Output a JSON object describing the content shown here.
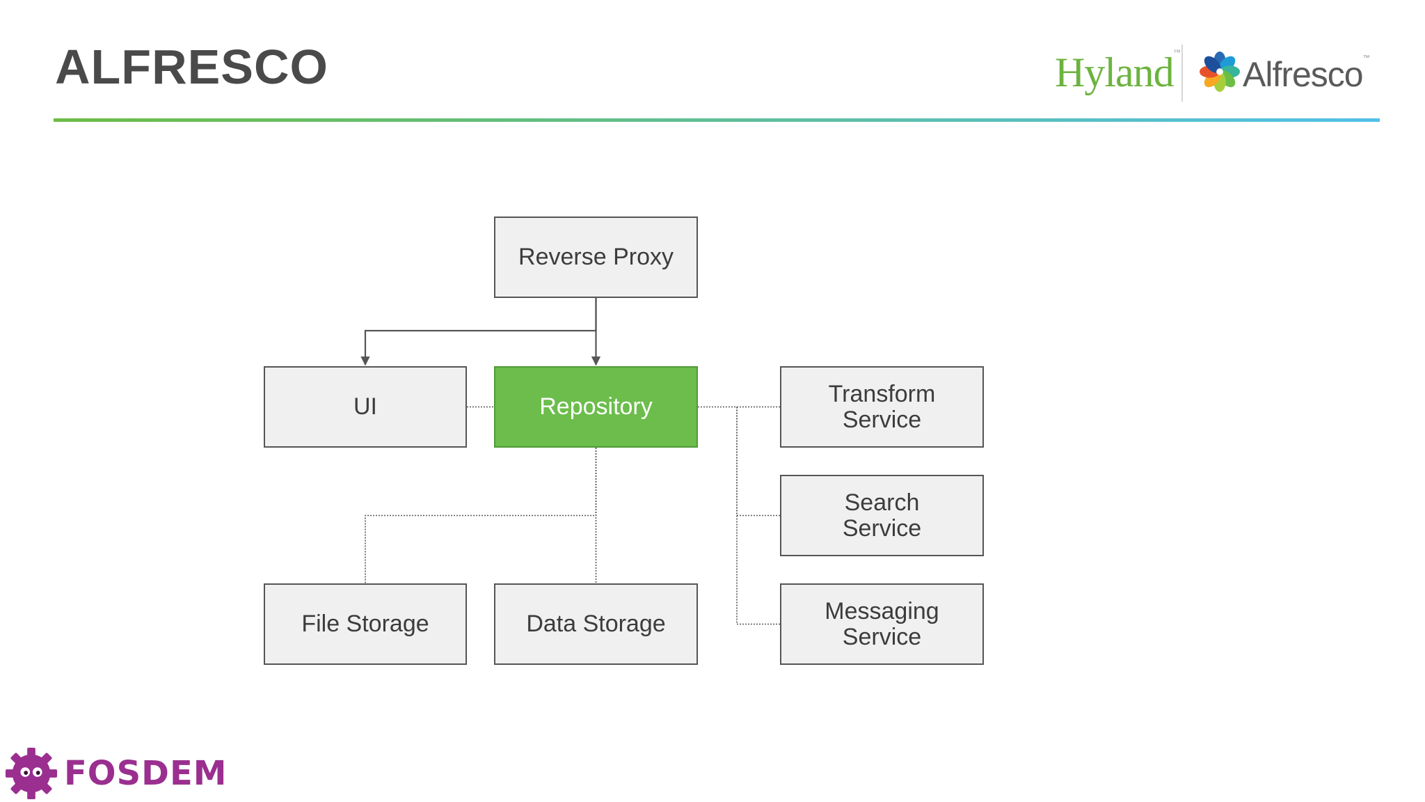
{
  "slide": {
    "title": "ALFRESCO",
    "accent_gradient": [
      "#6dbd45",
      "#52c0e9"
    ]
  },
  "logos": {
    "hyland": "Hyland",
    "hyland_mark": "™",
    "alfresco": "Alfresco",
    "alfresco_mark": "™",
    "fosdem": "FOSDEM"
  },
  "diagram": {
    "nodes": [
      {
        "id": "reverse-proxy",
        "label": "Reverse Proxy",
        "style": "default"
      },
      {
        "id": "ui",
        "label": "UI",
        "style": "default"
      },
      {
        "id": "repository",
        "label": "Repository",
        "style": "primary"
      },
      {
        "id": "transform-service",
        "label": "Transform\nService",
        "style": "default"
      },
      {
        "id": "search-service",
        "label": "Search\nService",
        "style": "default"
      },
      {
        "id": "file-storage",
        "label": "File Storage",
        "style": "default"
      },
      {
        "id": "data-storage",
        "label": "Data Storage",
        "style": "default"
      },
      {
        "id": "messaging-service",
        "label": "Messaging\nService",
        "style": "default"
      }
    ],
    "edges": [
      {
        "from": "reverse-proxy",
        "to": "ui",
        "style": "solid-arrow"
      },
      {
        "from": "reverse-proxy",
        "to": "repository",
        "style": "solid-arrow"
      },
      {
        "from": "ui",
        "to": "repository",
        "style": "dotted"
      },
      {
        "from": "repository",
        "to": "transform-service",
        "style": "dotted"
      },
      {
        "from": "repository",
        "to": "search-service",
        "style": "dotted"
      },
      {
        "from": "repository",
        "to": "messaging-service",
        "style": "dotted"
      },
      {
        "from": "repository",
        "to": "file-storage",
        "style": "dotted"
      },
      {
        "from": "repository",
        "to": "data-storage",
        "style": "dotted"
      }
    ],
    "colors": {
      "box_fill": "#f0f0f0",
      "box_border": "#555555",
      "primary_fill": "#6cbd4c",
      "line": "#555555"
    }
  }
}
